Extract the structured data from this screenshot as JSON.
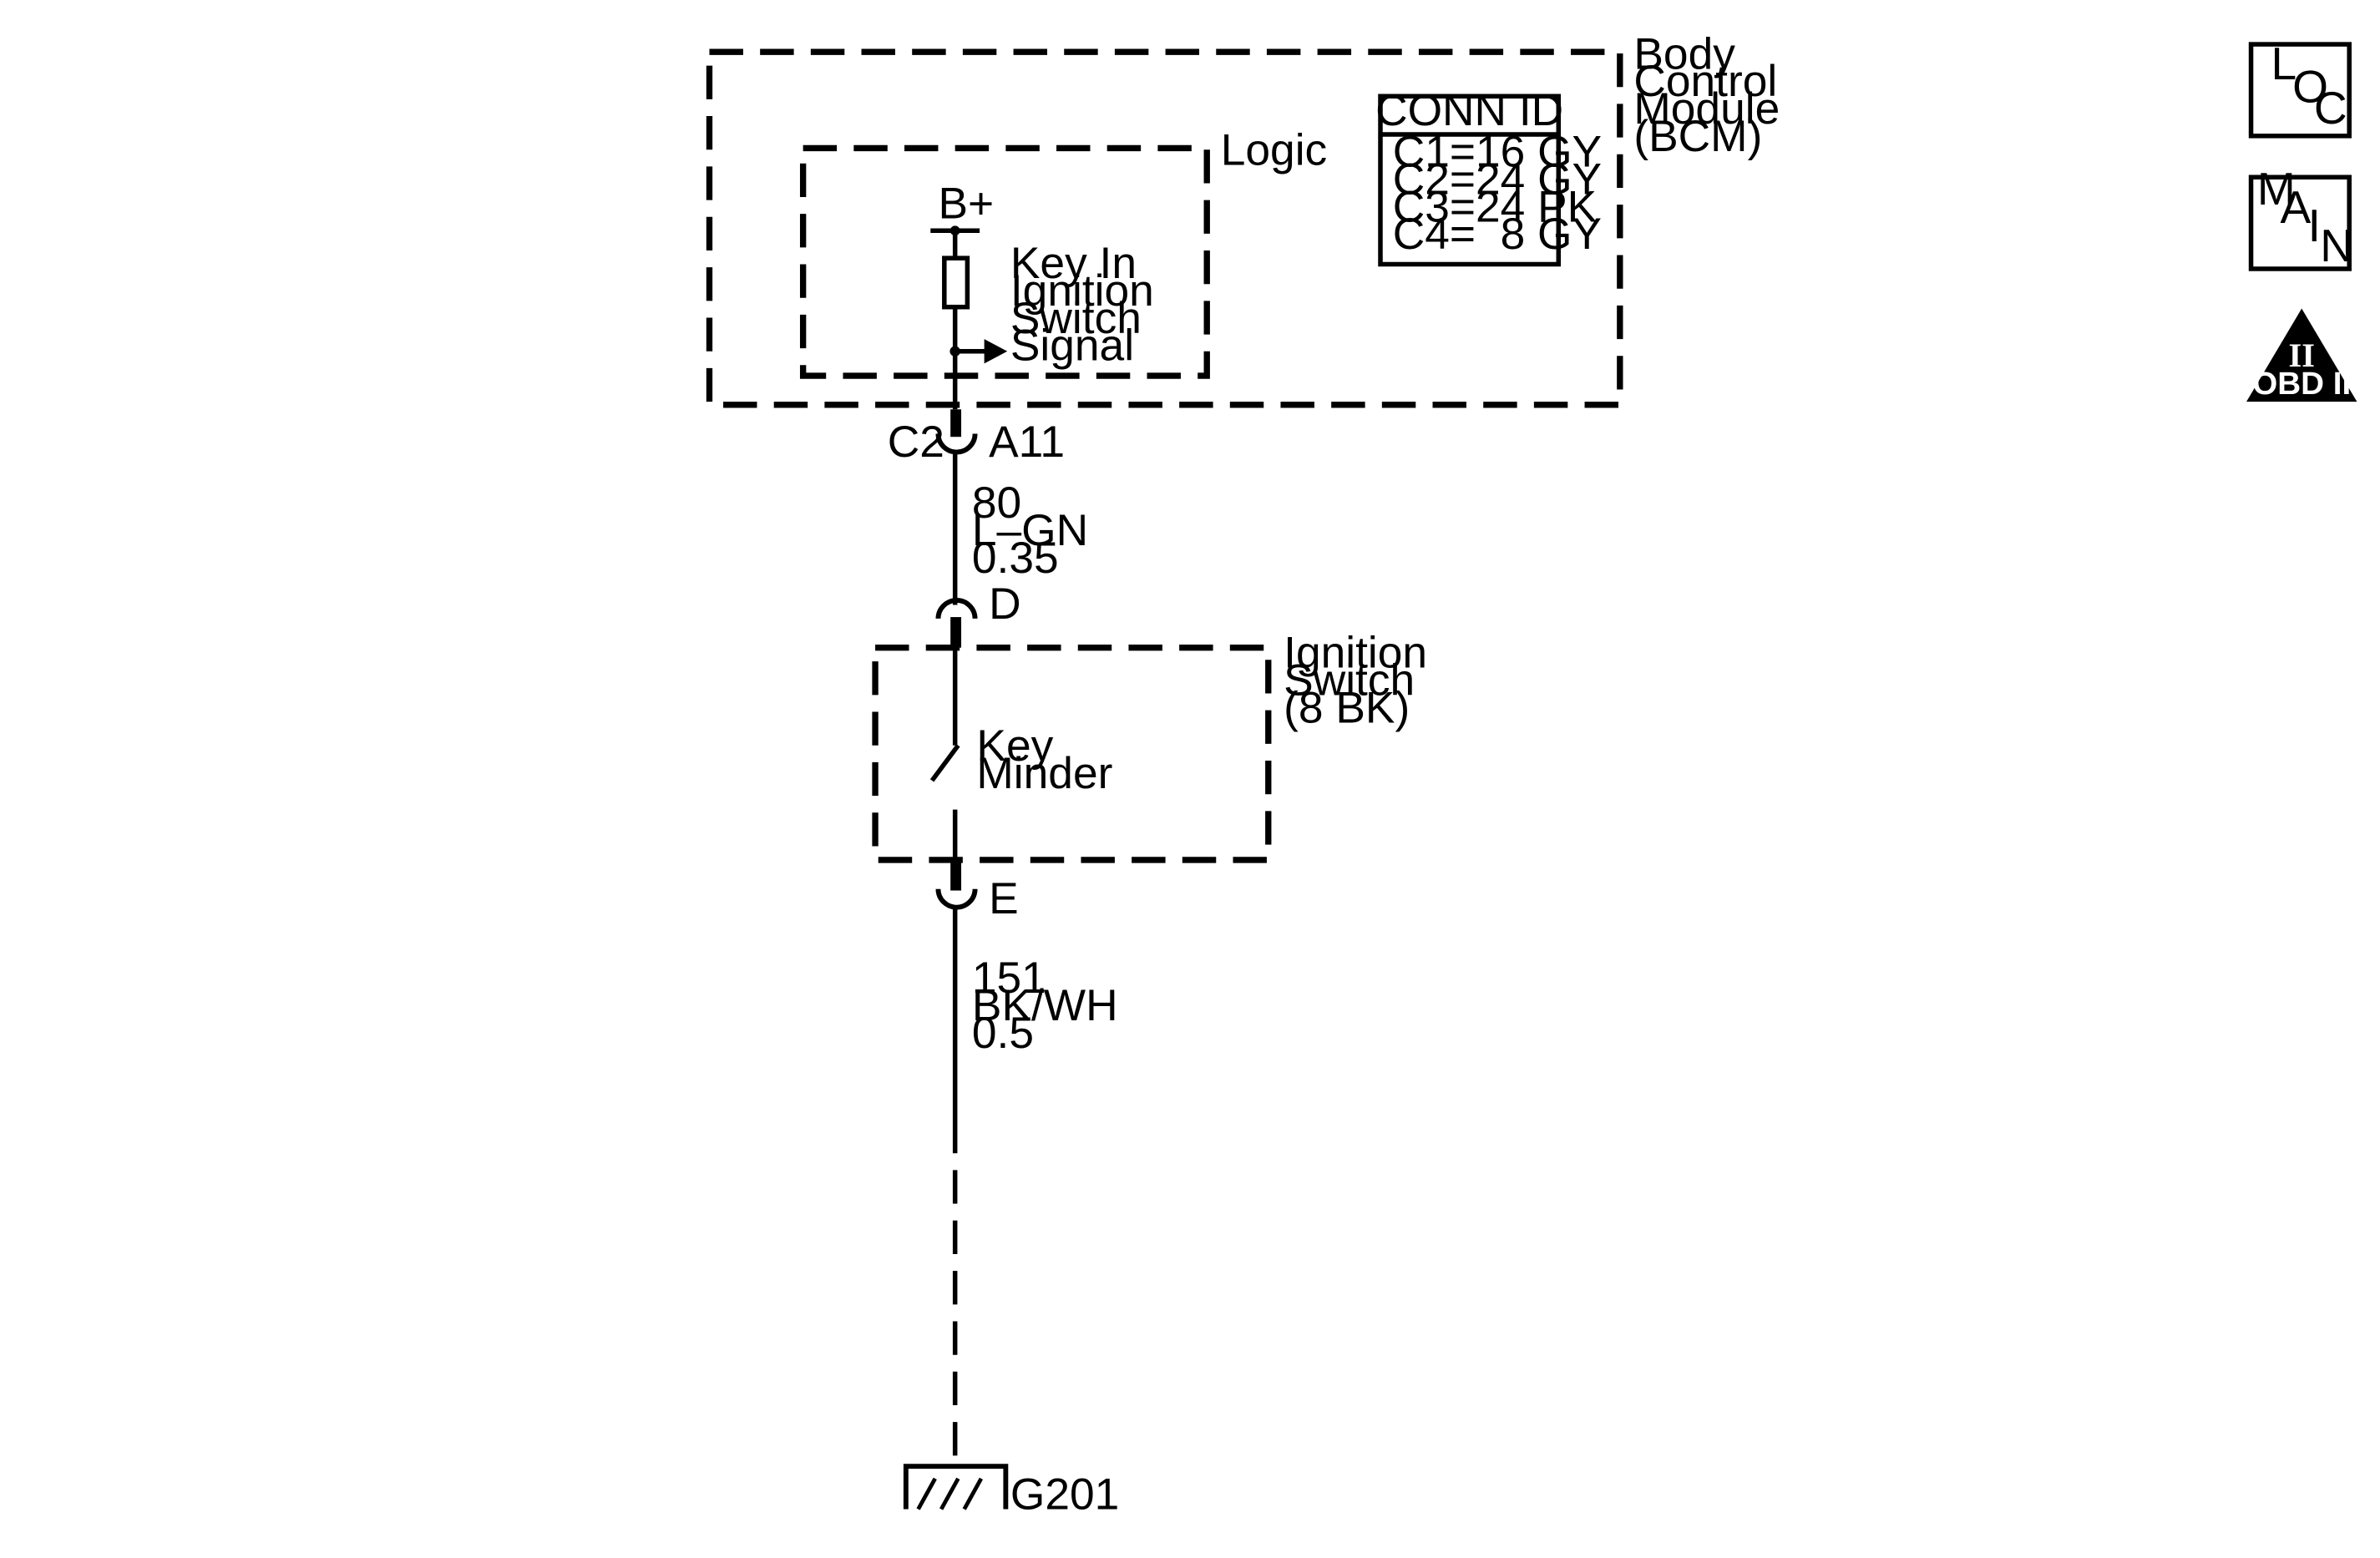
{
  "bcm": {
    "name_lines": [
      "Body",
      "Control",
      "Module",
      "(BCM)"
    ],
    "logic_label": "Logic",
    "supply_label": "B+",
    "signal_lines": [
      "Key In",
      "Ignition",
      "Switch",
      "Signal"
    ]
  },
  "conn_id": {
    "header": "CONN ID",
    "rows": [
      "C1=16 GY",
      "C2=24 GY",
      "C3=24 PK",
      "C4=  8 GY"
    ]
  },
  "connector_c2": {
    "connector": "C2",
    "pin": "A11"
  },
  "wire_upper": {
    "circuit": "80",
    "color": "L–GN",
    "gauge": "0.35"
  },
  "ignition_switch": {
    "pin_top": "D",
    "pin_bottom": "E",
    "name_lines": [
      "Ignition",
      "Switch",
      "(8 BK)"
    ],
    "switch_lines": [
      "Key",
      "Minder"
    ]
  },
  "wire_lower": {
    "circuit": "151",
    "color": "BK/WH",
    "gauge": "0.5"
  },
  "ground": {
    "label": "G201"
  },
  "side_icons": {
    "loc_letters": [
      "L",
      "O",
      "C"
    ],
    "main_letters": [
      "M",
      "A",
      "I",
      "N"
    ],
    "obd_numeral": "II",
    "obd_label": "OBD II"
  }
}
